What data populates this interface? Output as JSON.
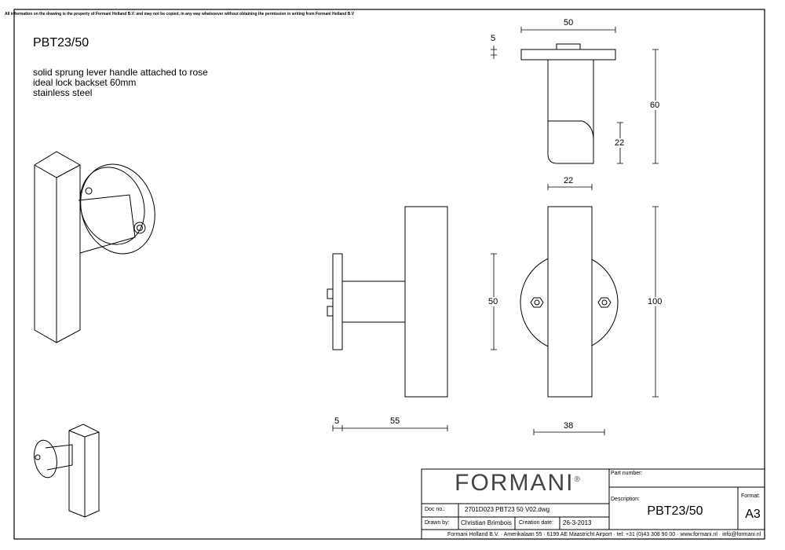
{
  "disclaimer": "All information on the drawing is the property of Formani Holland B.V. and may not be copied, in any way whatsoever without obtaining the permission in writing from Formani Holland B.V",
  "product": {
    "code": "PBT23/50",
    "description_lines": [
      "solid sprung lever handle attached to rose",
      "ideal lock backset 60mm",
      "stainless steel"
    ]
  },
  "dimensions": {
    "top_width": "50",
    "top_rose": "5",
    "top_height": "60",
    "top_grip": "22",
    "front_width": "22",
    "side_rose_height": "50",
    "front_height": "100",
    "side_rose": "5",
    "side_projection": "55",
    "front_rose": "38"
  },
  "title_block": {
    "logo": "FORMANI",
    "logo_mark": "®",
    "part_number_label": "Part number:",
    "description_label": "Description:",
    "format_label": "Format:",
    "description_value": "PBT23/50",
    "format_value": "A3",
    "doc_no_label": "Doc no.:",
    "doc_no_value": "2701D023 PBT23 50 V02.dwg",
    "drawn_by_label": "Drawn by:",
    "drawn_by_value": "Christian Brimbois",
    "creation_date_label": "Creation date:",
    "creation_date_value": "26-3-2013",
    "footer": "Formani Holland B.V. · Amerikalaan 55 · 6199 AE Maastricht Airport · tel: +31 (0)43 308 90 00 · www.formani.nl · info@formani.nl"
  }
}
